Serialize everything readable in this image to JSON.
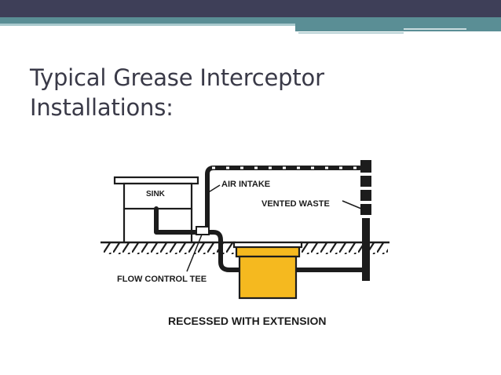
{
  "slide": {
    "title_line1": "Typical Grease Interceptor",
    "title_line2": "Installations:"
  },
  "diagram": {
    "labels": {
      "sink": "SINK",
      "air_intake": "AIR INTAKE",
      "vented_waste": "VENTED WASTE",
      "flow_control_tee": "FLOW CONTROL TEE",
      "caption": "RECESSED WITH EXTENSION"
    }
  },
  "colors": {
    "banner_dark": "#3e3f58",
    "banner_teal": "#5a8e95",
    "interceptor_yellow": "#f5b91f",
    "line_dark": "#1c1c1c"
  }
}
